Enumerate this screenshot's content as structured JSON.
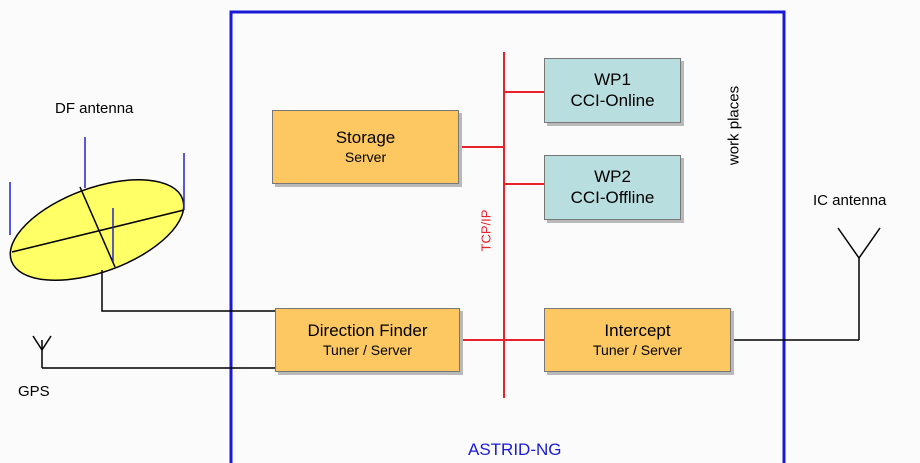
{
  "system": {
    "name": "ASTRID-NG"
  },
  "bus": {
    "label": "TCP/IP"
  },
  "workplaces": {
    "label": "work places"
  },
  "storage": {
    "title": "Storage",
    "subtitle": "Server"
  },
  "wp1": {
    "title": "WP1",
    "subtitle": "CCI-Online"
  },
  "wp2": {
    "title": "WP2",
    "subtitle": "CCI-Offline"
  },
  "direction_finder": {
    "title": "Direction Finder",
    "subtitle": "Tuner / Server"
  },
  "intercept": {
    "title": "Intercept",
    "subtitle": "Tuner / Server"
  },
  "df_antenna": {
    "label": "DF antenna"
  },
  "ic_antenna": {
    "label": "IC antenna"
  },
  "gps": {
    "label": "GPS"
  },
  "colors": {
    "system_border": "#1a1ad6",
    "bus": "#e8222a",
    "server_box": "#fdc862",
    "workplace_box": "#b9dee0",
    "antenna_disc": "#ffff66",
    "antenna_mast": "#2222cc"
  }
}
